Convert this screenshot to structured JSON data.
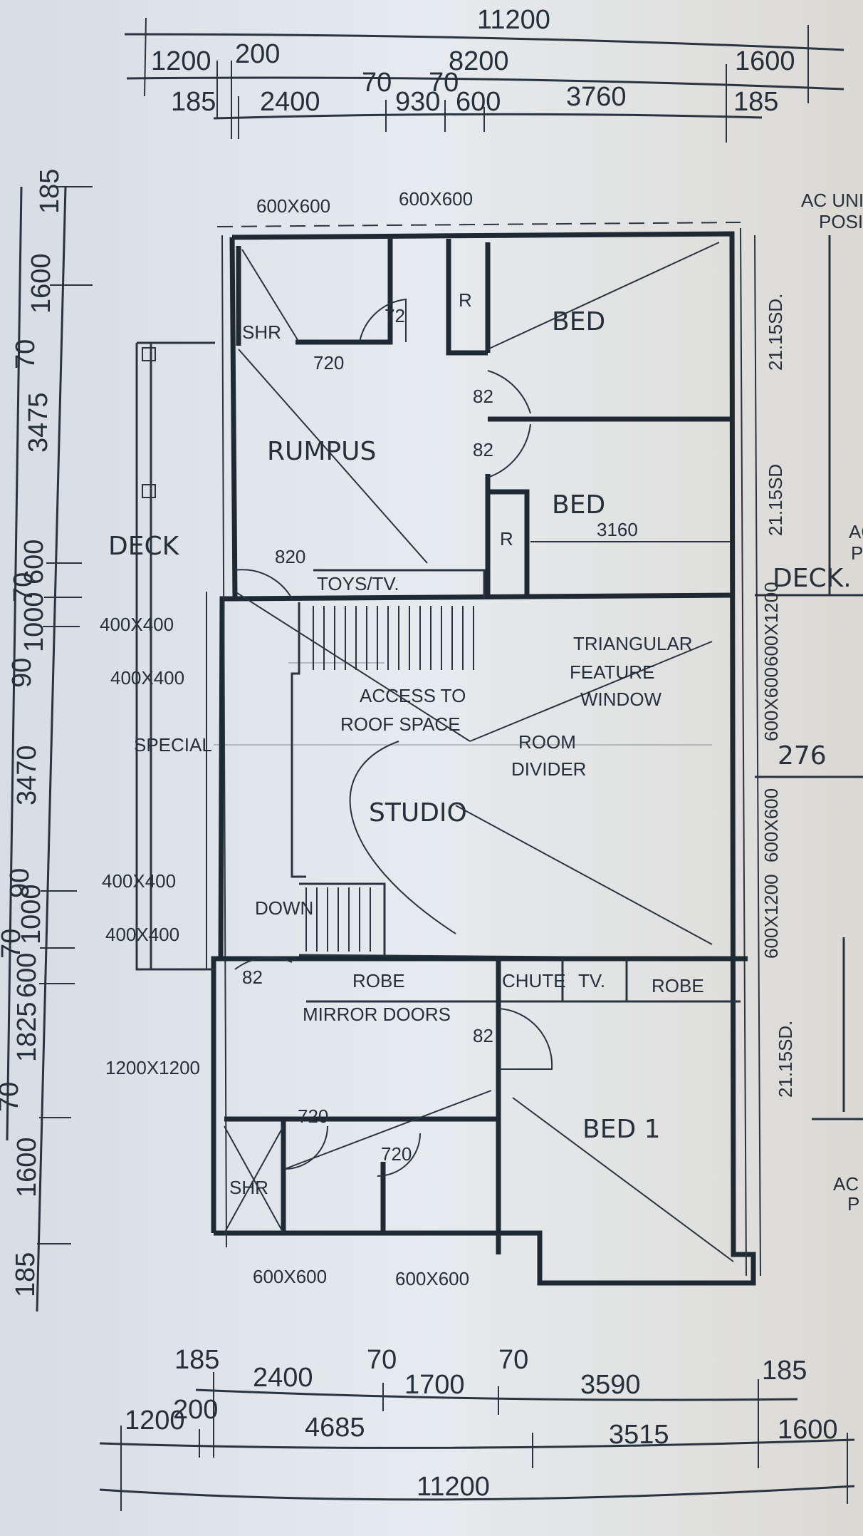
{
  "rooms": {
    "rumpus": "RUMPUS",
    "bed_top": "BED",
    "bed_mid": "BED",
    "deck_left": "DECK",
    "deck_right": "DECK.",
    "studio": "STUDIO",
    "bed1": "BED 1"
  },
  "annotations": {
    "toys_tv": "TOYS/TV.",
    "triangular_1": "TRIANGULAR",
    "triangular_2": "FEATURE",
    "triangular_3": "WINDOW",
    "access_1": "ACCESS TO",
    "access_2": "ROOF SPACE",
    "divider_1": "ROOM",
    "divider_2": "DIVIDER",
    "special": "SPECIAL",
    "robe_left": "ROBE",
    "chute": "CHUTE",
    "tv": "TV.",
    "robe_right": "ROBE",
    "mirror_doors": "MIRROR DOORS",
    "down": "DOWN",
    "shr_top": "SHR",
    "shr_bottom": "SHR",
    "r_top": "R",
    "r_mid": "R",
    "ac_unit_1": "AC UNIT",
    "ac_unit_2": "POSITION",
    "ac_mid_1": "AC",
    "ac_mid_2": "P",
    "ac_bot_1": "AC",
    "ac_bot_2": "P",
    "bed_width": "3160",
    "dim_276": "276"
  },
  "doors": [
    "720",
    "72",
    "82",
    "82",
    "820",
    "82",
    "82",
    "720",
    "720"
  ],
  "windows": {
    "top": [
      "600X600",
      "600X600"
    ],
    "bottom": [
      "600X600",
      "600X600"
    ],
    "left": [
      "400X400",
      "400X400",
      "400X400",
      "400X400",
      "1200X1200"
    ],
    "right": [
      "600X1200",
      "600X600",
      "600X600",
      "600X1200"
    ],
    "sliding_doors": [
      "21.15SD.",
      "21.15SD",
      "21.15SD."
    ]
  },
  "dimensions": {
    "top_overall": "11200",
    "top_row2": [
      "1200",
      "200",
      "8200",
      "1600"
    ],
    "top_row3": [
      "185",
      "2400",
      "70",
      "930",
      "70",
      "600",
      "3760",
      "185"
    ],
    "bottom_row1": [
      "185",
      "2400",
      "70",
      "1700",
      "70",
      "3590",
      "185"
    ],
    "bottom_row2": [
      "1200",
      "200",
      "4685",
      "3515",
      "1600"
    ],
    "bottom_overall": "11200",
    "left": [
      "185",
      "1600",
      "70",
      "1825",
      "600",
      "70",
      "1000",
      "90",
      "3470",
      "90",
      "1000",
      "70",
      "600",
      "3475",
      "70",
      "1600",
      "185"
    ]
  }
}
